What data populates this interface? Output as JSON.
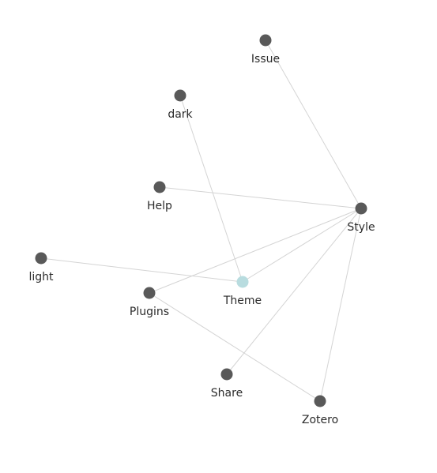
{
  "graph": {
    "colors": {
      "node_default": "#595959",
      "node_active": "#b8dcdf",
      "edge": "#d4d4d4",
      "label": "#2b2b2b",
      "background": "#ffffff"
    },
    "nodes": [
      {
        "id": "issue",
        "label": "Issue",
        "active": false
      },
      {
        "id": "dark",
        "label": "dark",
        "active": false
      },
      {
        "id": "help",
        "label": "Help",
        "active": false
      },
      {
        "id": "style",
        "label": "Style",
        "active": false
      },
      {
        "id": "light",
        "label": "light",
        "active": false
      },
      {
        "id": "theme",
        "label": "Theme",
        "active": true
      },
      {
        "id": "plugins",
        "label": "Plugins",
        "active": false
      },
      {
        "id": "share",
        "label": "Share",
        "active": false
      },
      {
        "id": "zotero",
        "label": "Zotero",
        "active": false
      }
    ],
    "edges": [
      {
        "from": "issue",
        "to": "style"
      },
      {
        "from": "dark",
        "to": "theme"
      },
      {
        "from": "help",
        "to": "style"
      },
      {
        "from": "light",
        "to": "theme"
      },
      {
        "from": "theme",
        "to": "style"
      },
      {
        "from": "plugins",
        "to": "style"
      },
      {
        "from": "plugins",
        "to": "zotero"
      },
      {
        "from": "share",
        "to": "style"
      },
      {
        "from": "zotero",
        "to": "style"
      }
    ]
  }
}
